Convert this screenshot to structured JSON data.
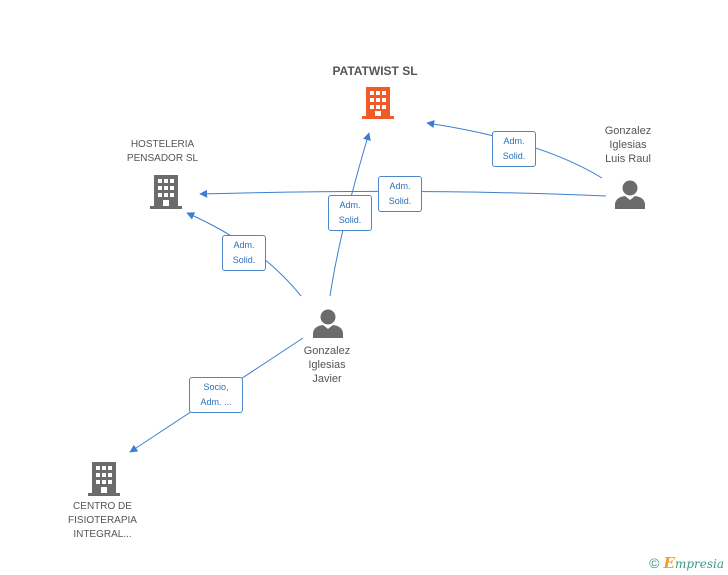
{
  "nodes": {
    "patatwist": {
      "label_lines": [
        "PATATWIST SL"
      ],
      "type": "company",
      "highlight": true
    },
    "hosteleria": {
      "label_lines": [
        "HOSTELERIA",
        "PENSADOR SL"
      ],
      "type": "company"
    },
    "centro": {
      "label_lines": [
        "CENTRO DE",
        "FISIOTERAPIA",
        "INTEGRAL..."
      ],
      "type": "company"
    },
    "luis_raul": {
      "label_lines": [
        "Gonzalez",
        "Iglesias",
        "Luis Raul"
      ],
      "type": "person"
    },
    "javier": {
      "label_lines": [
        "Gonzalez",
        "Iglesias",
        "Javier"
      ],
      "type": "person"
    }
  },
  "edges": [
    {
      "id": "luisraul-patatwist",
      "label_lines": [
        "Adm.",
        "Solid."
      ]
    },
    {
      "id": "luisraul-hosteleria",
      "label_lines": [
        "Adm.",
        "Solid."
      ]
    },
    {
      "id": "javier-patatwist",
      "label_lines": [
        "Adm.",
        "Solid."
      ]
    },
    {
      "id": "javier-hosteleria",
      "label_lines": [
        "Adm.",
        "Solid."
      ]
    },
    {
      "id": "javier-centro",
      "label_lines": [
        "Socio,",
        "Adm. ..."
      ]
    }
  ],
  "footer": {
    "copyright": "©",
    "brand_initial": "E",
    "brand_rest": "mpresia"
  },
  "colors": {
    "highlight_company": "#f05a28",
    "company": "#6b6b6b",
    "person": "#6b6b6b",
    "edge": "#3b7fd0"
  },
  "icons": {
    "company": "building-icon",
    "person": "person-icon"
  }
}
